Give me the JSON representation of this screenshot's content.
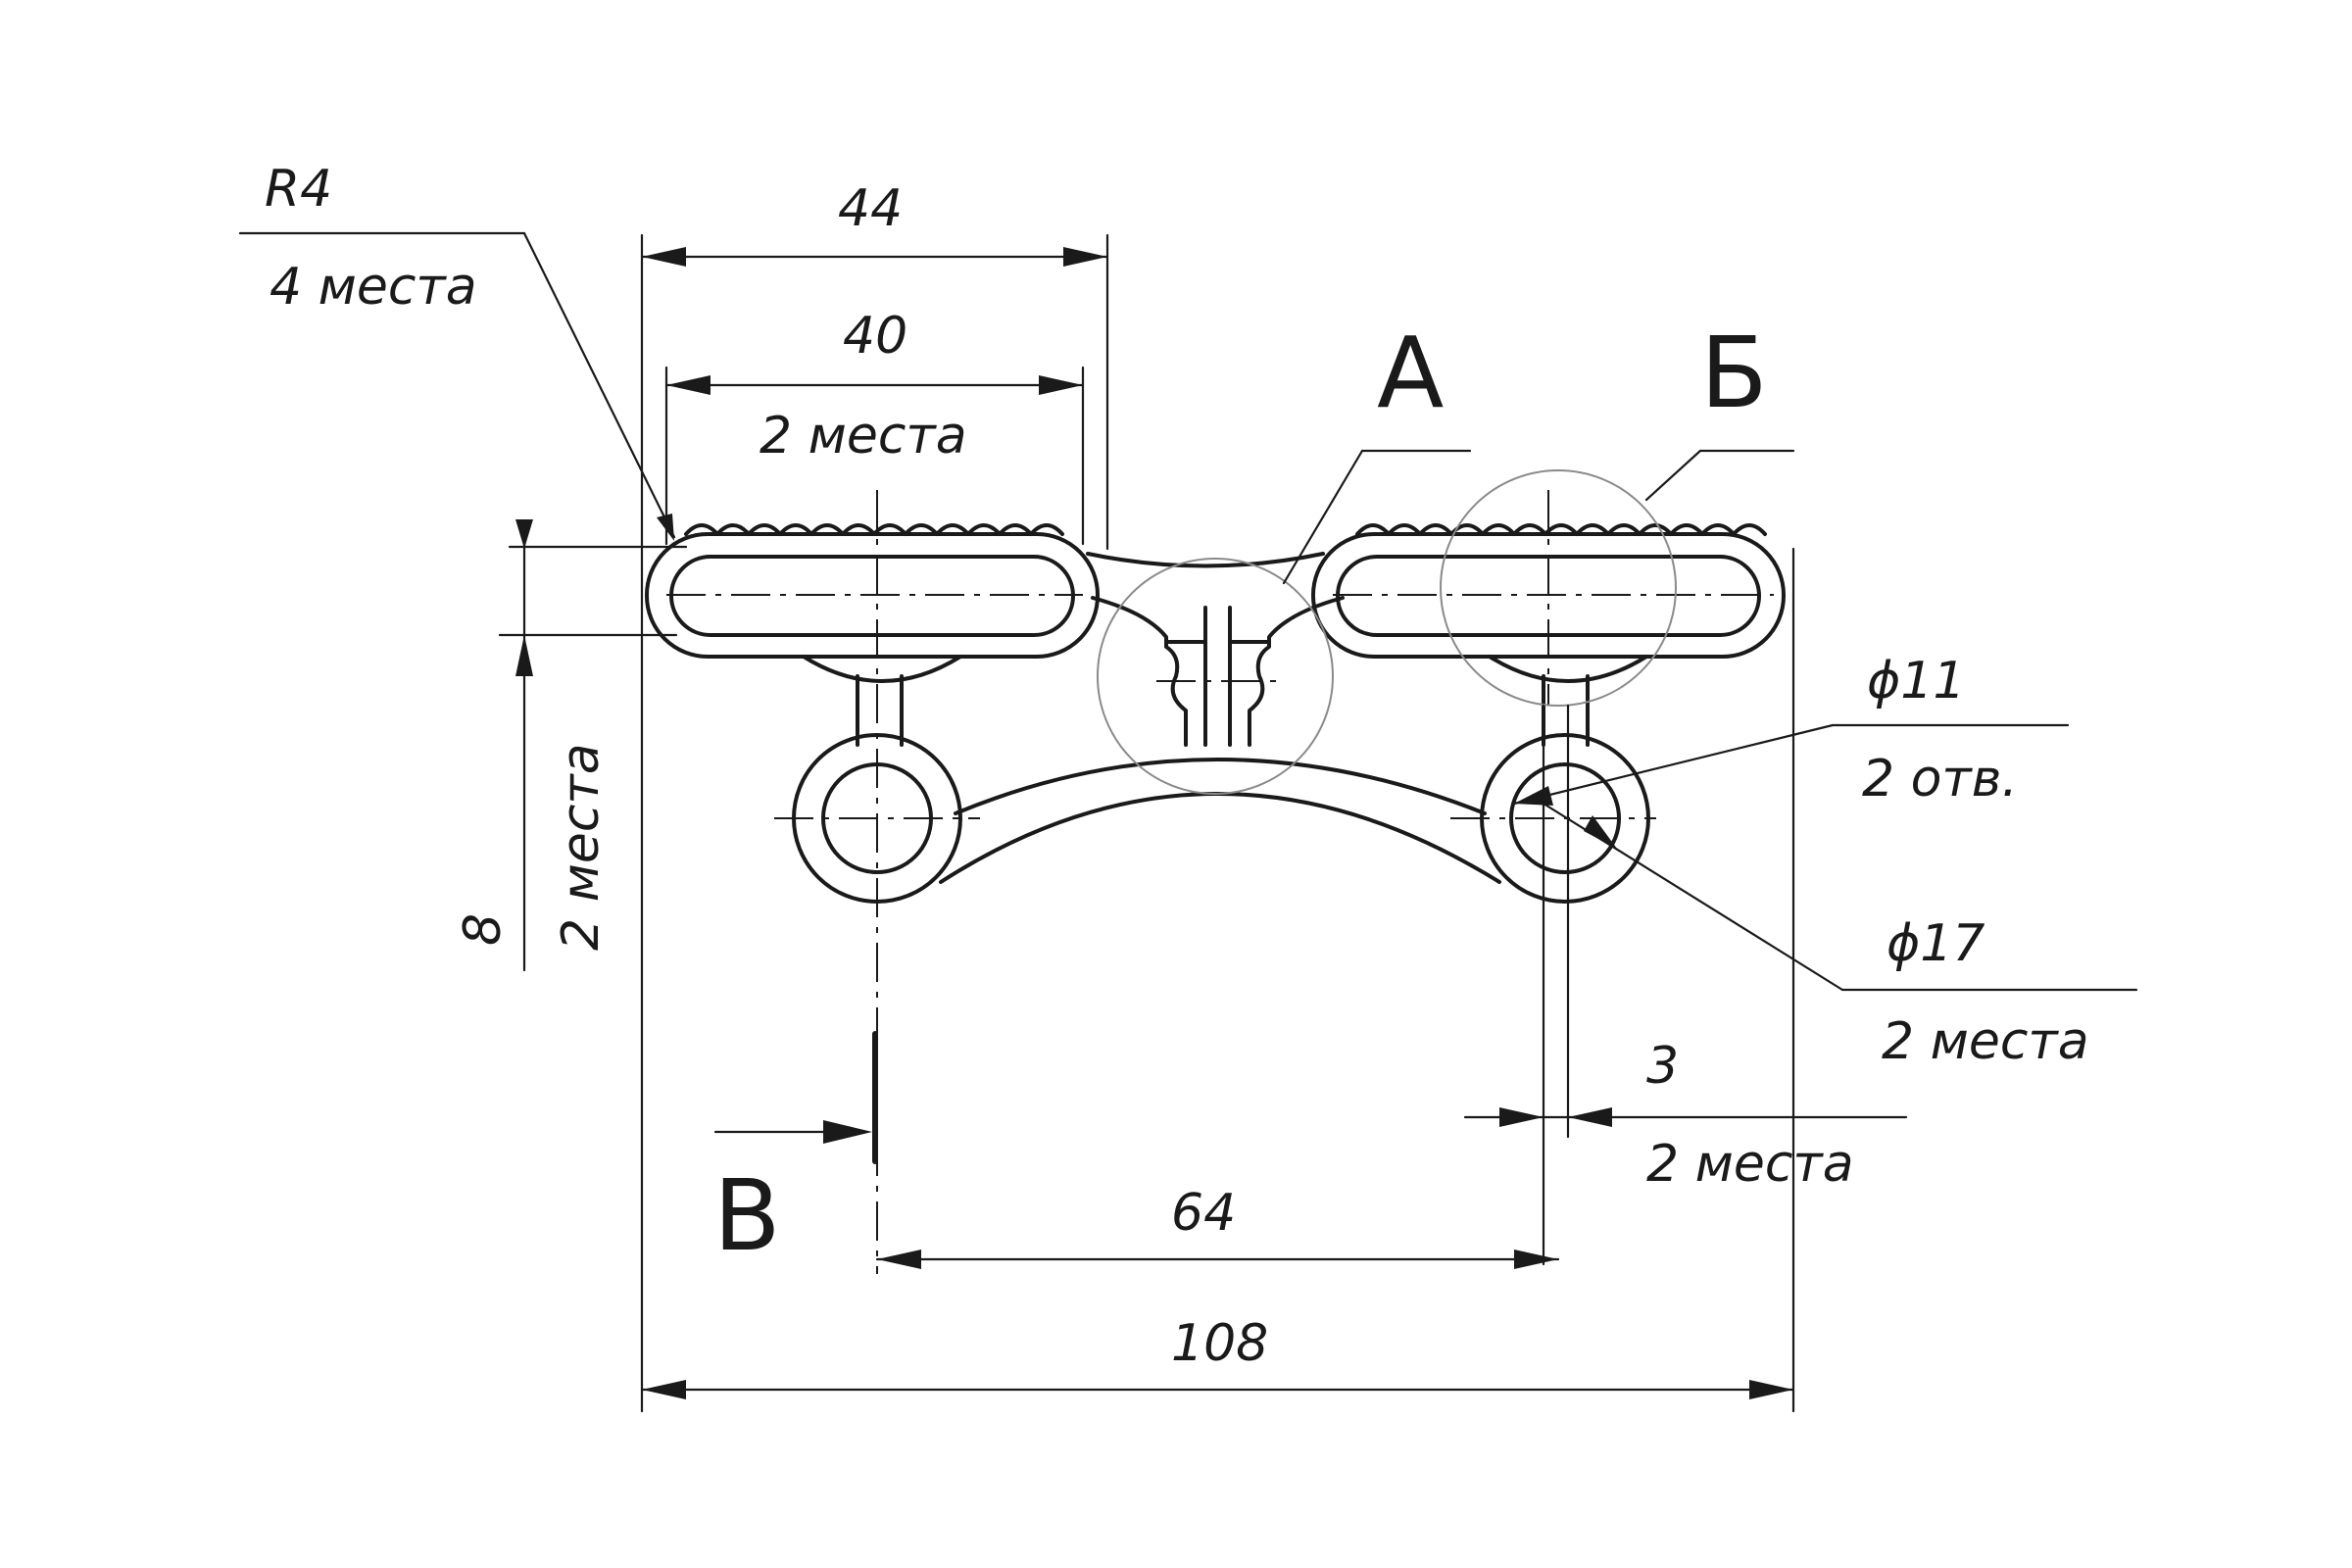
{
  "labels": {
    "r4": "R4",
    "r4_places": "4 места",
    "dim_44": "44",
    "dim_40": "40",
    "dim_40_places": "2 места",
    "view_a": "А",
    "view_b_cyr": "Б",
    "dia_11": "ϕ11",
    "dia_11_holes": "2 отв.",
    "dia_17": "ϕ17",
    "dia_17_places": "2 места",
    "dim_3": "3",
    "dim_3_places": "2 места",
    "dim_8": "8",
    "dim_8_places": "2 места",
    "section_v": "В",
    "dim_64": "64",
    "dim_108": "108"
  }
}
